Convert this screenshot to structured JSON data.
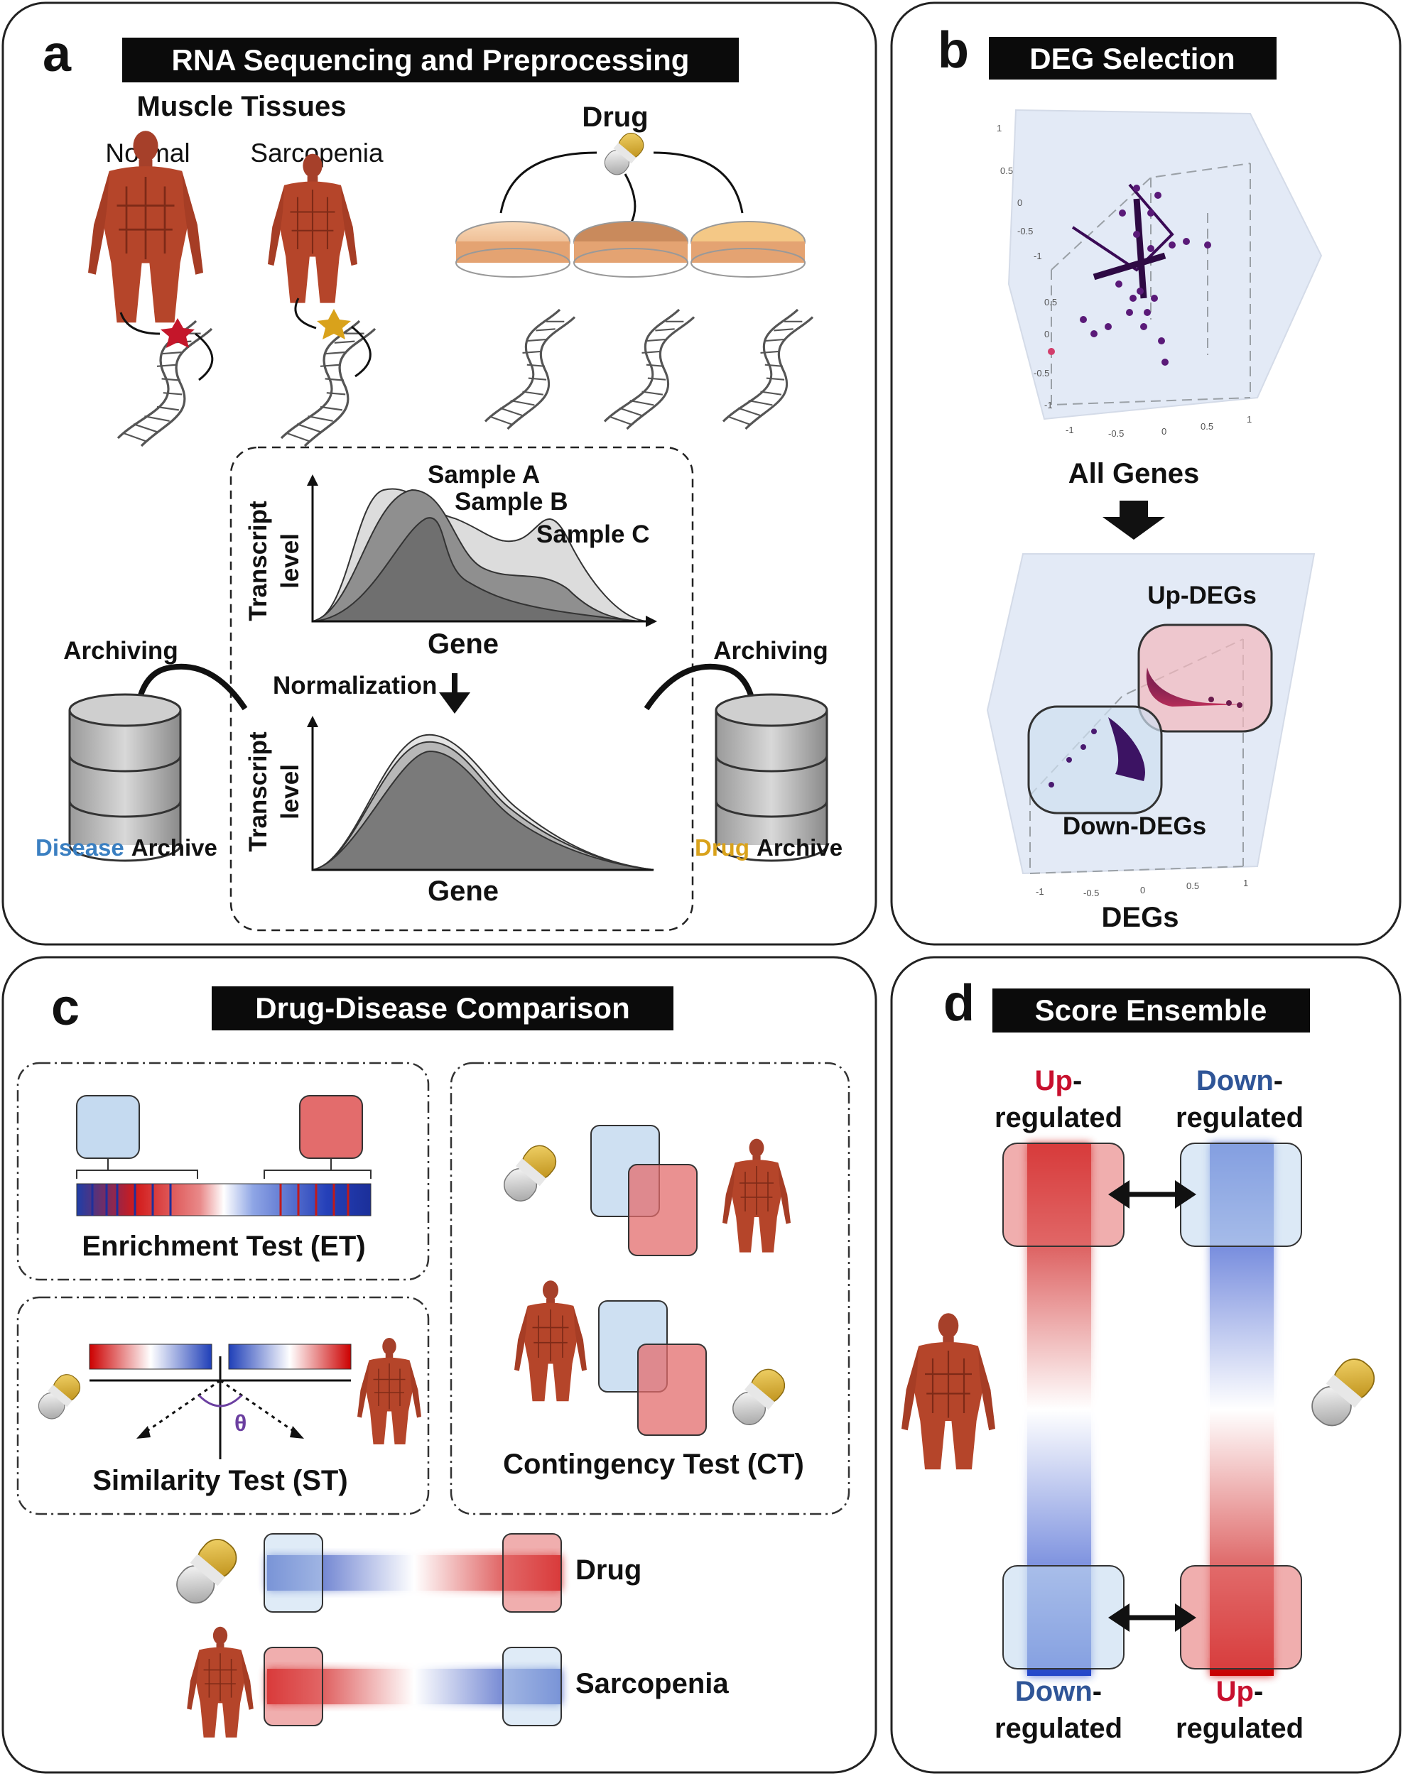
{
  "panels": {
    "a": {
      "letter": "a",
      "title": "RNA Sequencing and Preprocessing",
      "muscle_tissues": "Muscle Tissues",
      "normal": "Normal",
      "sarcopenia": "Sarcopenia",
      "drug": "Drug",
      "sample_a": "Sample A",
      "sample_b": "Sample B",
      "sample_c": "Sample C",
      "ylabel_line1": "Transcript",
      "ylabel_line2": "level",
      "xlabel": "Gene",
      "normalization": "Normalization",
      "archiving_left": "Archiving",
      "archiving_right": "Archiving",
      "disease_word": "Disease",
      "drug_word": "Drug",
      "archive_word": "Archive"
    },
    "b": {
      "letter": "b",
      "title": "DEG Selection",
      "all_genes": "All Genes",
      "up_degs": "Up-DEGs",
      "down_degs": "Down-DEGs",
      "degs": "DEGs",
      "ticks_top_left": [
        "1",
        "0.5",
        "0",
        "-0.5",
        "-1",
        "0.5",
        "0",
        "-0.5",
        "-1"
      ],
      "ticks_top_bottom": [
        "-1",
        "-0.5",
        "0",
        "0.5",
        "1"
      ],
      "ticks_bottom_bottom": [
        "-1",
        "-0.5",
        "0",
        "0.5",
        "1"
      ]
    },
    "c": {
      "letter": "c",
      "title": "Drug-Disease Comparison",
      "enrichment": "Enrichment Test (ET)",
      "similarity": "Similarity Test (ST)",
      "theta": "θ",
      "contingency": "Contingency Test (CT)",
      "drug_row": "Drug",
      "sarcopenia_row": "Sarcopenia"
    },
    "d": {
      "letter": "d",
      "title": "Score Ensemble",
      "up_word": "Up",
      "down_word": "Down",
      "dash": "-",
      "regulated": "regulated"
    }
  },
  "colors": {
    "up_red": "#c8102e",
    "down_blue": "#2f5597",
    "drug_gold": "#d9a21b",
    "disease_blue": "#3a7fc1",
    "muscle": "#b5452a",
    "box_blue": "#c5daf0",
    "box_red": "#e36c6c"
  }
}
